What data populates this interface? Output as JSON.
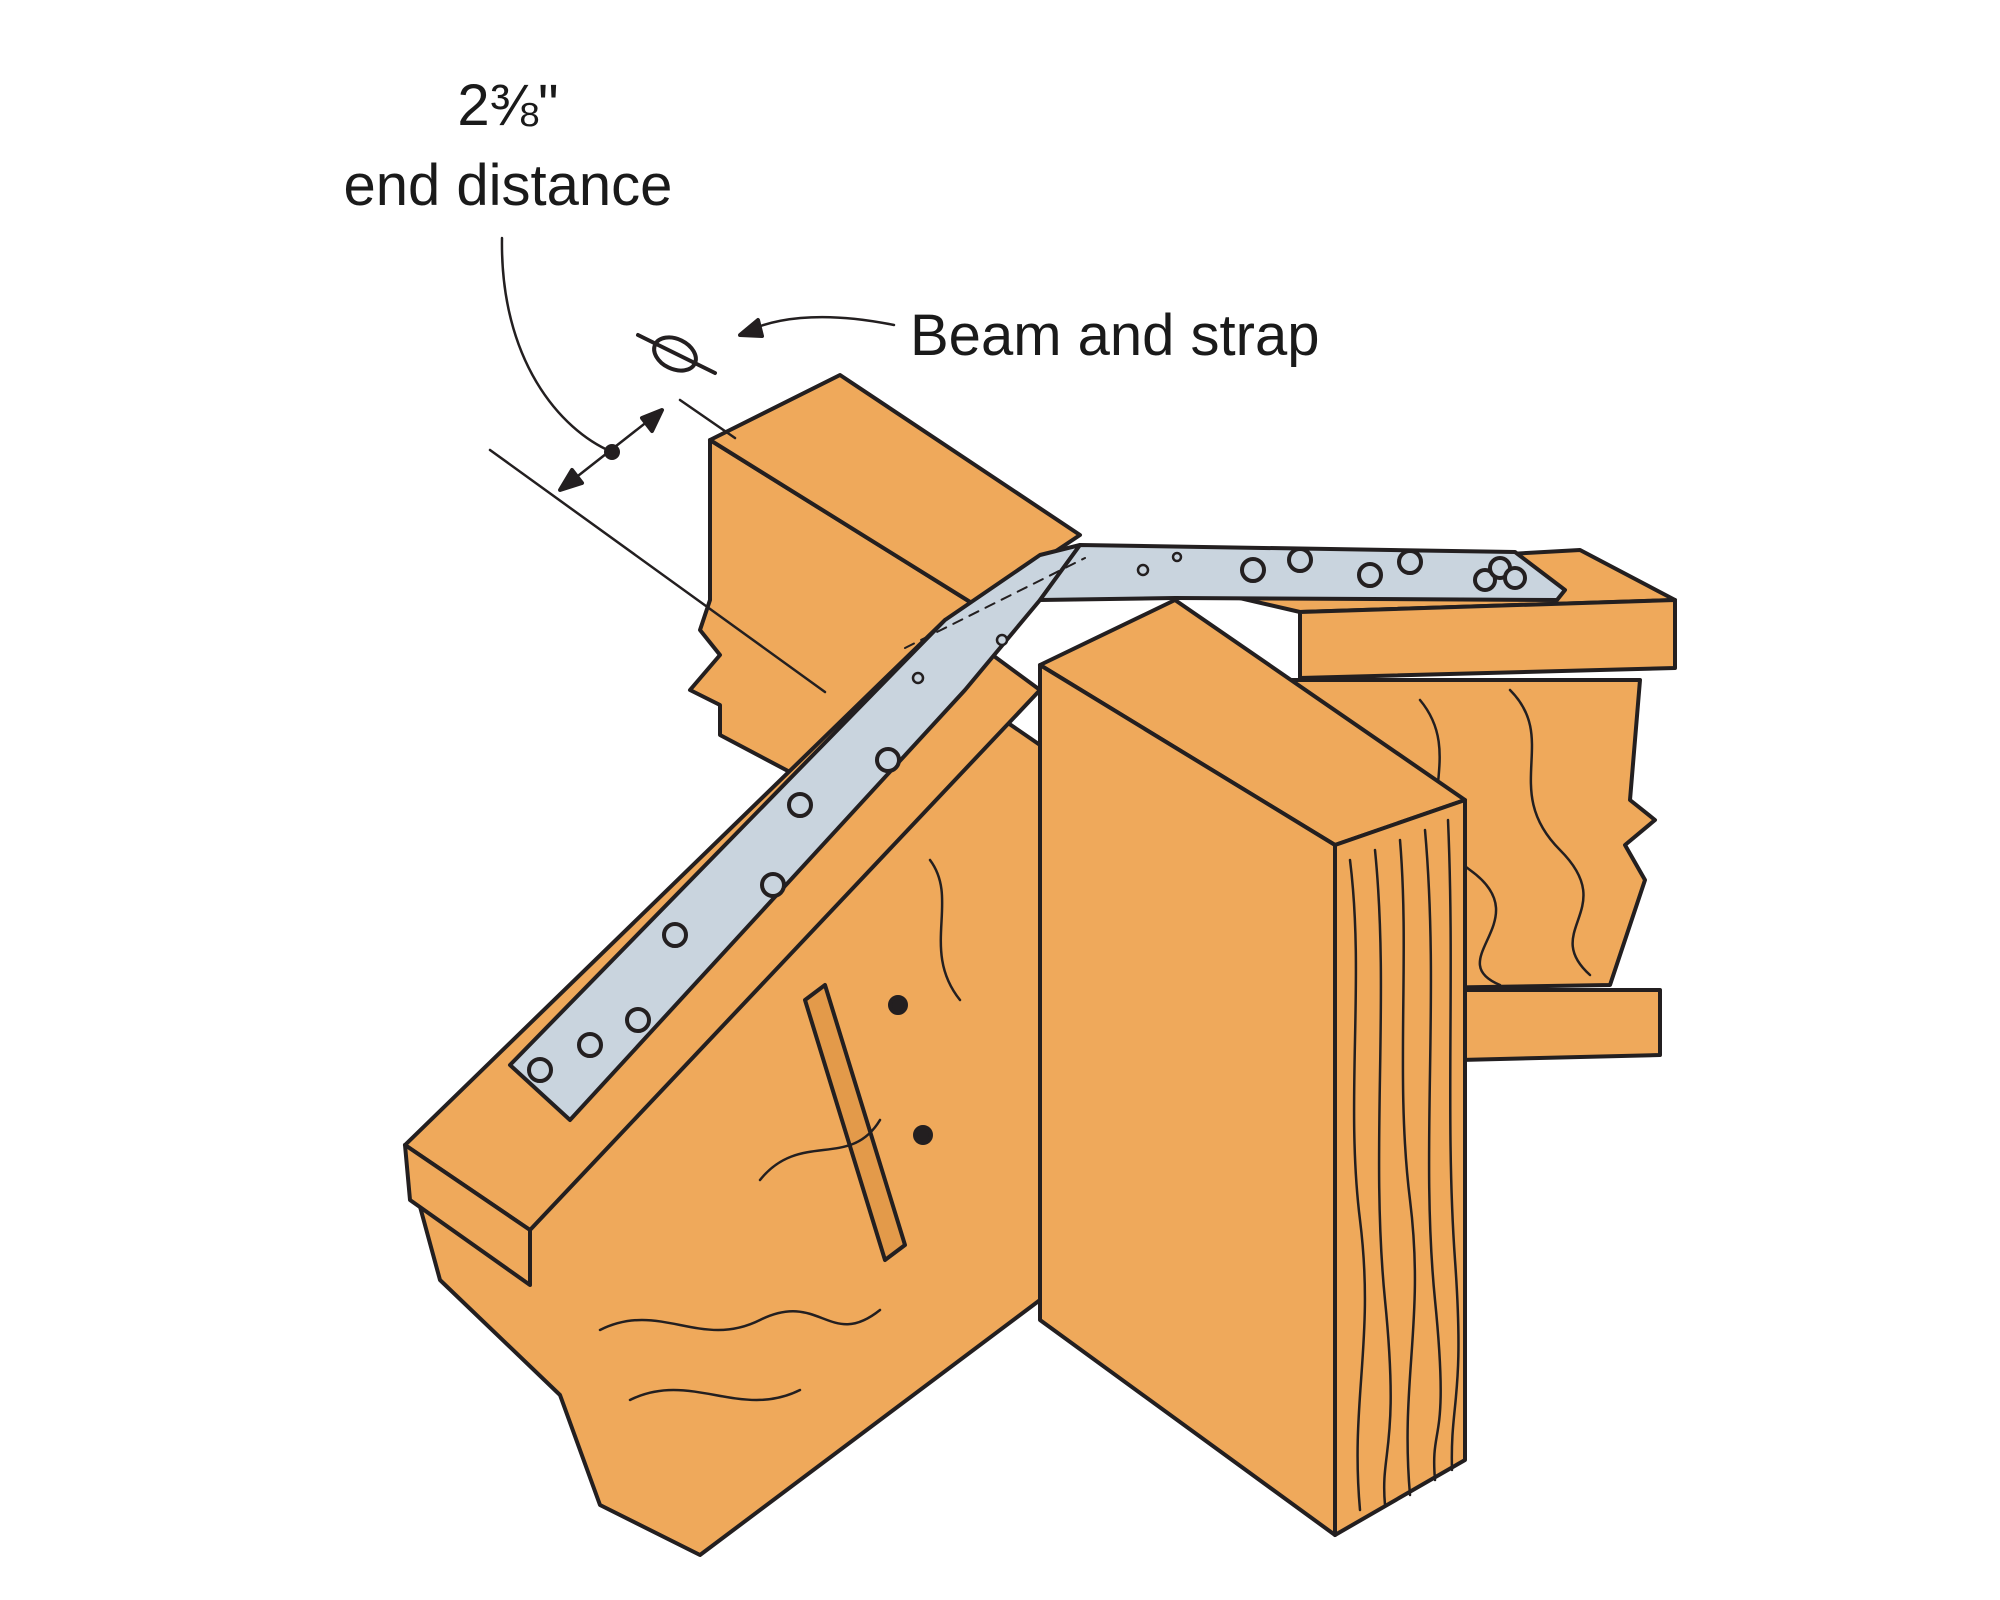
{
  "labels": {
    "end_distance_value": "2⅜\"",
    "end_distance_text": "end distance",
    "centerline_text": "Beam and strap"
  },
  "colors": {
    "wood": "#EFA95B",
    "wood_dark": "#E39A4A",
    "strap": "#C9D4DE",
    "outline": "#231F20",
    "background": "#FFFFFF"
  }
}
